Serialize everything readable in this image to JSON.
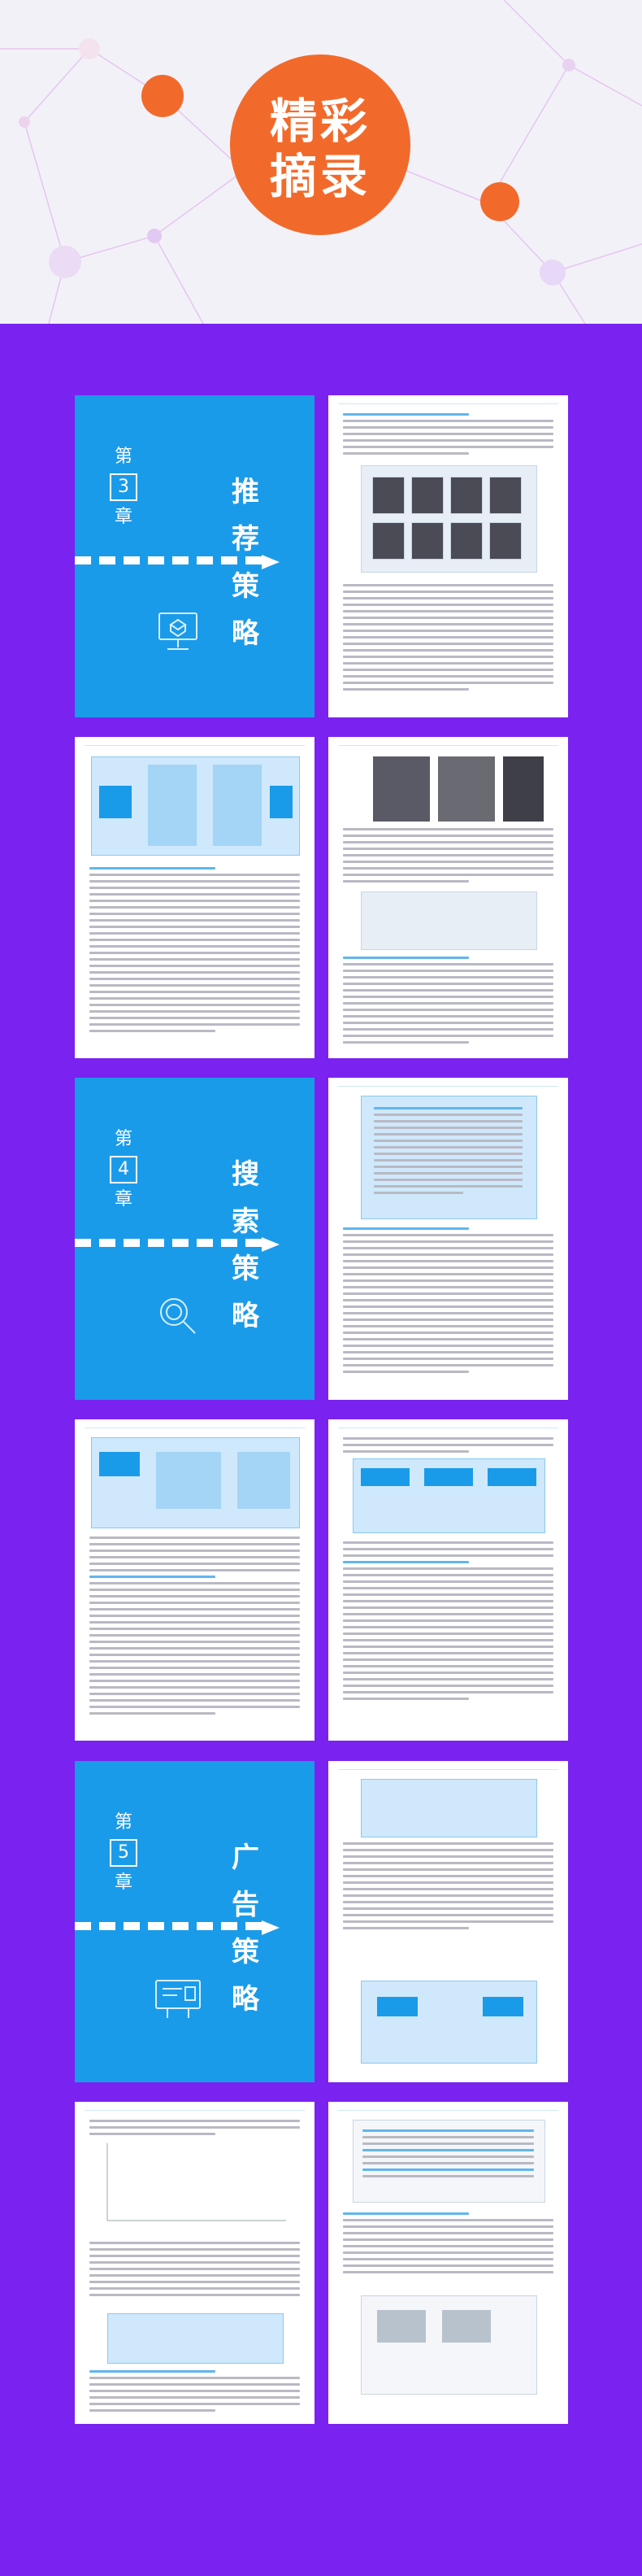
{
  "banner": {
    "title_line1": "精彩",
    "title_line2": "摘录",
    "accent_color": "#f26a2b",
    "background_color": "#7a22f0"
  },
  "chapters": [
    {
      "number": "3",
      "prefix": "第",
      "suffix": "章",
      "title": "推荐策略",
      "chars": [
        "推",
        "荐",
        "策",
        "略"
      ],
      "icon": "monitor-box-icon"
    },
    {
      "number": "4",
      "prefix": "第",
      "suffix": "章",
      "title": "搜索策略",
      "chars": [
        "搜",
        "索",
        "策",
        "略"
      ],
      "icon": "magnifier-icon"
    },
    {
      "number": "5",
      "prefix": "第",
      "suffix": "章",
      "title": "广告策略",
      "chars": [
        "广",
        "告",
        "策",
        "略"
      ],
      "icon": "billboard-icon"
    }
  ]
}
